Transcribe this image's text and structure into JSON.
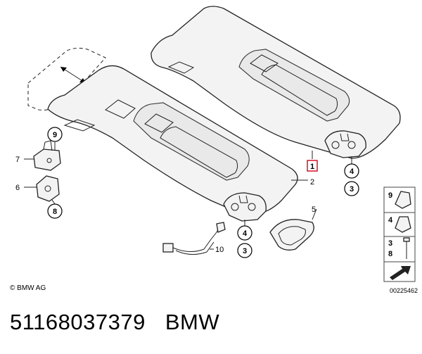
{
  "diagram": {
    "copyright": "© BMW AG",
    "reference_number": "00225462",
    "callouts": {
      "c1": "1",
      "c2": "2",
      "c3a": "3",
      "c3b": "3",
      "c4a": "4",
      "c4b": "4",
      "c5": "5",
      "c6": "6",
      "c7": "7",
      "c8": "8",
      "c9": "9",
      "c10": "10"
    },
    "legend": {
      "l9": "9",
      "l4": "4",
      "l3": "3",
      "l8": "8"
    }
  },
  "caption": {
    "part_number": "51168037379",
    "brand": "BMW"
  },
  "colors": {
    "highlight": "#d0021b",
    "line": "#222222"
  }
}
